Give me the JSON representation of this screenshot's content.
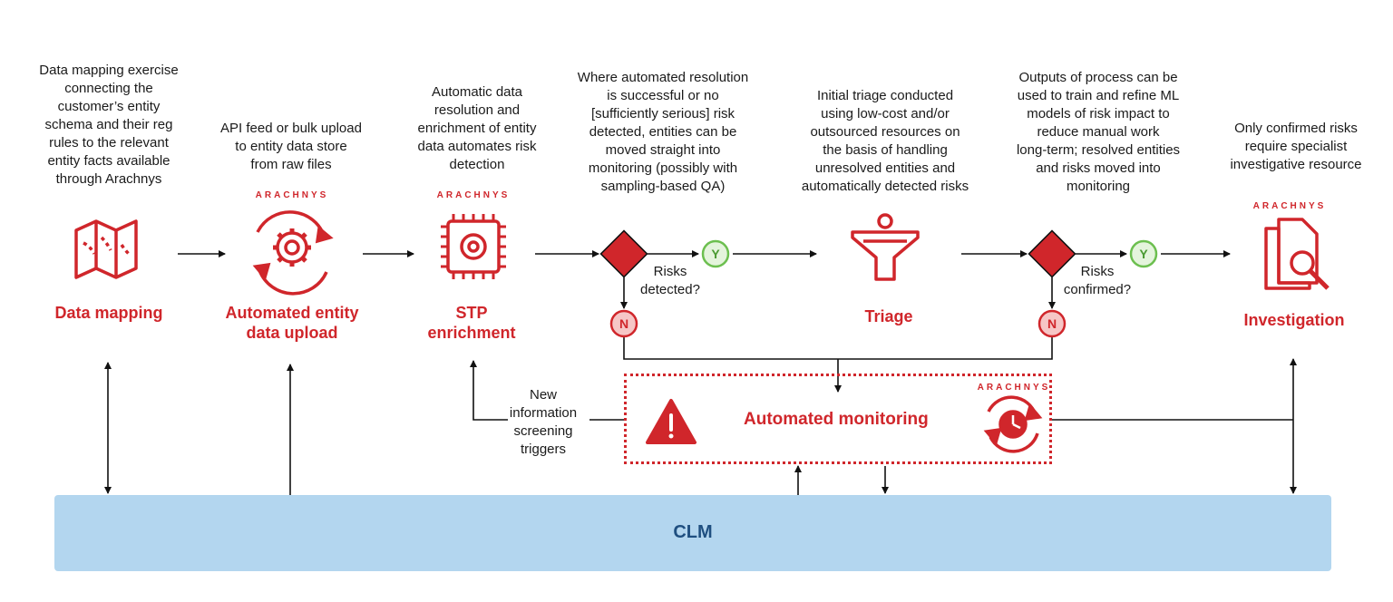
{
  "colors": {
    "accent": "#d0262b",
    "clm_fill": "#b3d6ef",
    "clm_text": "#1f4f80",
    "yes": "#6cbf4f",
    "no_fill": "#f6c6c6"
  },
  "brand": "ARACHNYS",
  "steps": [
    {
      "label_line1": "Data mapping",
      "label_line2": "",
      "icon": "map-icon",
      "desc": [
        "Data mapping exercise",
        "connecting the",
        "customer’s entity",
        "schema and their reg",
        "rules to the relevant",
        "entity facts available",
        "through Arachnys"
      ]
    },
    {
      "label_line1": "Automated entity",
      "label_line2": "data upload",
      "icon": "gear-cycle-icon",
      "desc": [
        "API feed or bulk upload",
        "to entity data store",
        "from raw files"
      ]
    },
    {
      "label_line1": "STP",
      "label_line2": "enrichment",
      "icon": "chip-gear-icon",
      "desc": [
        "Automatic data",
        "resolution and",
        "enrichment of entity",
        "data automates risk",
        "detection"
      ]
    },
    {
      "label_line1": "Triage",
      "label_line2": "",
      "icon": "funnel-icon",
      "desc": [
        "Initial triage conducted",
        "using low-cost and/or",
        "outsourced resources on",
        "the basis of handling",
        "unresolved entities and",
        "automatically detected risks"
      ]
    },
    {
      "label_line1": "Investigation",
      "label_line2": "",
      "icon": "document-search-icon",
      "desc": [
        "Only confirmed risks",
        "require specialist",
        "investigative resource"
      ]
    }
  ],
  "decisions": [
    {
      "question_line1": "Risks",
      "question_line2": "detected?",
      "yes": "Y",
      "no": "N",
      "desc": [
        "Where automated resolution",
        "is successful or no",
        "[sufficiently serious] risk",
        "detected, entities can be",
        "moved straight into",
        "monitoring (possibly with",
        "sampling-based QA)"
      ]
    },
    {
      "question_line1": "Risks",
      "question_line2": "confirmed?",
      "yes": "Y",
      "no": "N",
      "desc": [
        "Outputs of process can be",
        "used to train and refine ML",
        "models of risk impact to",
        "reduce manual work",
        "long-term; resolved entities",
        "and risks moved into",
        "monitoring"
      ]
    }
  ],
  "monitoring": {
    "label": "Automated monitoring",
    "trigger": [
      "New",
      "information",
      "screening",
      "triggers"
    ]
  },
  "clm": {
    "label": "CLM"
  }
}
